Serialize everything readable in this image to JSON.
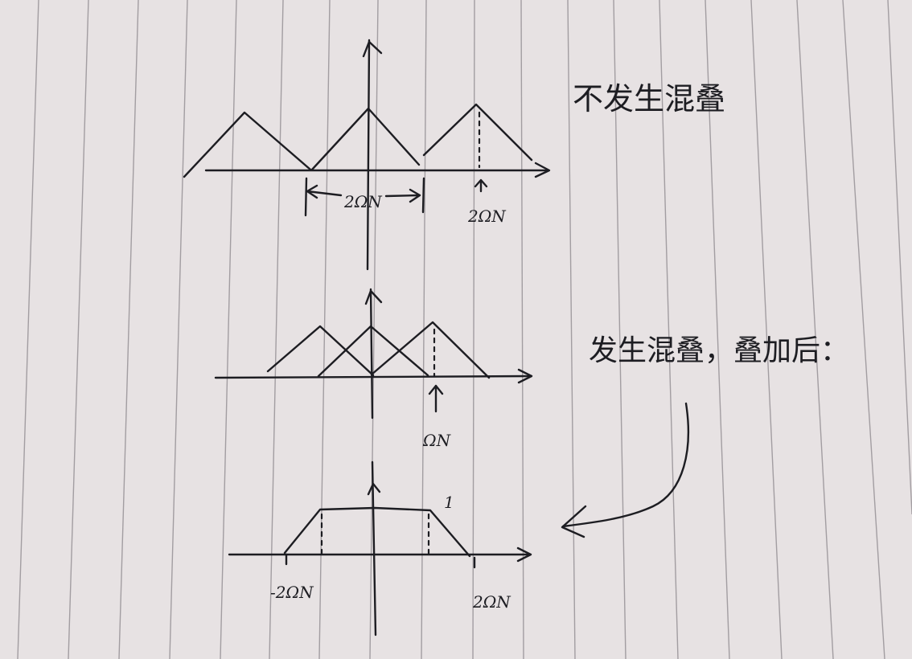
{
  "notes": {
    "no_aliasing": "不发生混叠",
    "aliasing_after_sum": "发生混叠，叠加后："
  },
  "diagram1": {
    "width_label": "2ΩN",
    "arrow_label": "2ΩN"
  },
  "diagram2": {
    "arrow_label": "ΩN"
  },
  "diagram3": {
    "left_label": "-2ΩN",
    "right_label": "2ΩN",
    "peak_label": "1"
  },
  "colors": {
    "paper": "#e7e2e3",
    "rule_line": "#8c878c",
    "ink": "#1d1d22"
  }
}
